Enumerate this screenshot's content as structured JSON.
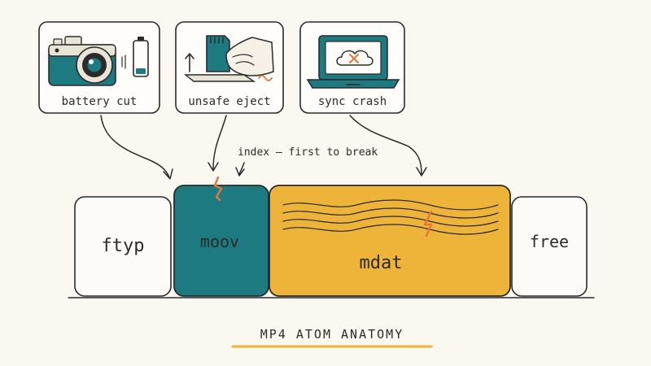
{
  "scenarios": [
    {
      "label": "battery cut",
      "icon": "camera-with-low-battery-icon"
    },
    {
      "label": "unsafe eject",
      "icon": "sd-card-eject-icon"
    },
    {
      "label": "sync crash",
      "icon": "laptop-cloud-error-icon"
    }
  ],
  "annotation": "index — first to break",
  "atoms": [
    {
      "label": "ftyp",
      "color": "#fdfbf7"
    },
    {
      "label": "moov",
      "color": "#1c7a80"
    },
    {
      "label": "mdat",
      "color": "#eeb43a"
    },
    {
      "label": "free",
      "color": "#fdfbf7"
    }
  ],
  "title": "MP4 ATOM ANATOMY",
  "colors": {
    "teal": "#1c7a80",
    "mustard": "#eeb43a",
    "crack": "#e8743b",
    "ink": "#2b2b2b",
    "paper": "#fbf8f1"
  }
}
